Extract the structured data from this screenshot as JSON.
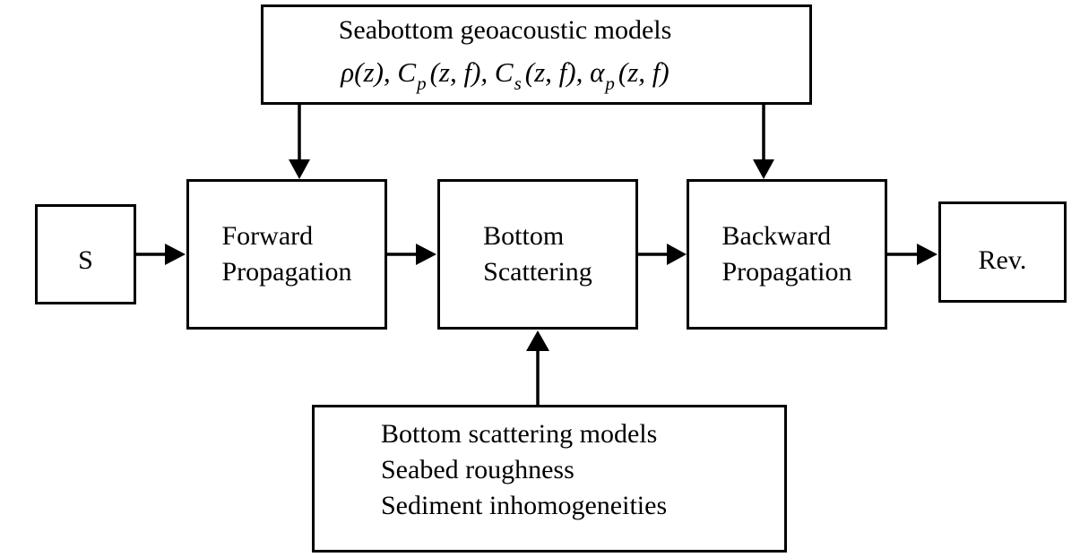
{
  "colors": {
    "ink": "#000000",
    "background": "#ffffff"
  },
  "boxes": {
    "geoacoustic": {
      "title": "Seabottom geoacoustic models",
      "formula": {
        "part1": "ρ(z), C",
        "sub1": "p",
        "part2": "(z, f), C",
        "sub2": "s",
        "part3": "(z, f), α",
        "sub3": "p",
        "part4": "(z, f)"
      }
    },
    "source": {
      "label": "S"
    },
    "forward": {
      "line1": "Forward",
      "line2": "Propagation"
    },
    "scattering": {
      "line1": "Bottom",
      "line2": "Scattering"
    },
    "backward": {
      "line1": "Backward",
      "line2": "Propagation"
    },
    "reverberation": {
      "label": "Rev."
    },
    "scattering_models": {
      "line1": "Bottom scattering models",
      "line2": "Seabed roughness",
      "line3": "Sediment inhomogeneities"
    }
  }
}
